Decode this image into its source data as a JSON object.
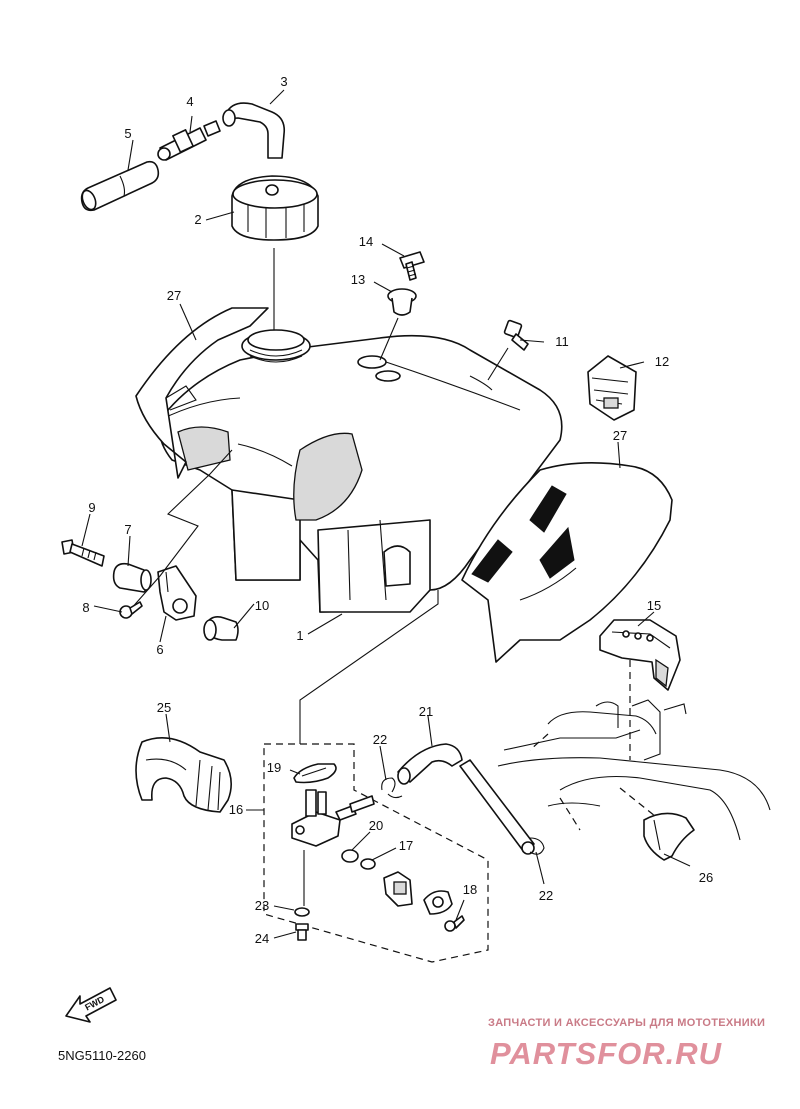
{
  "diagram": {
    "code": "5NG5110-2260",
    "fwd_label": "FWD",
    "callouts": {
      "c1": "1",
      "c2": "2",
      "c3": "3",
      "c4": "4",
      "c5": "5",
      "c6": "6",
      "c7": "7",
      "c8": "8",
      "c9": "9",
      "c10": "10",
      "c11": "11",
      "c12": "12",
      "c13": "13",
      "c14": "14",
      "c15": "15",
      "c16": "16",
      "c17": "17",
      "c18": "18",
      "c19": "19",
      "c20": "20",
      "c21": "21",
      "c22a": "22",
      "c22b": "22",
      "c23": "23",
      "c24": "24",
      "c25": "25",
      "c26": "26",
      "c27a": "27",
      "c27b": "27"
    }
  },
  "watermark": {
    "line1": "ЗАПЧАСТИ И АКСЕССУАРЫ ДЛЯ МОТОТЕХНИКИ",
    "line2": "PARTSFOR.RU"
  }
}
